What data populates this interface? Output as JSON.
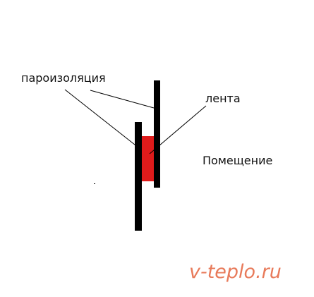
{
  "labels": {
    "vapor_barrier": "пароизоляция",
    "tape": "лента",
    "room": "Помещение"
  },
  "watermark": "v-teplo.ru",
  "colors": {
    "wall": "#000000",
    "seal": "#e01b1b",
    "leader": "#000000",
    "watermark": "#e87a5a"
  }
}
